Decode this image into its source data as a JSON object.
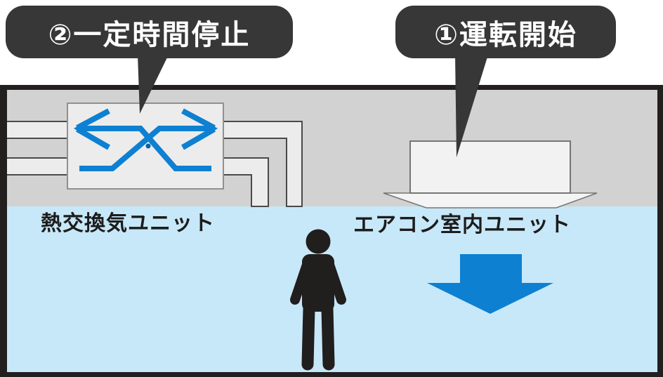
{
  "callouts": {
    "step2": {
      "label": "②一定時間停止"
    },
    "step1": {
      "label": "①運転開始"
    }
  },
  "labels": {
    "heat_exchange_unit": "熱交換気ユニット",
    "ac_indoor_unit": "エアコン室内ユニット"
  },
  "icons": {
    "heat_exchange_airflow": "crossed-bidirectional-arrows",
    "supply_airflow": "down-arrow",
    "person": "standing-person-silhouette"
  },
  "colors": {
    "accent_blue": "#0d80d2",
    "callout_bg": "#373737",
    "callout_text": "#ffffff",
    "ceiling_gray": "#d2d2d2",
    "room_blue": "#c7e8f8",
    "frame_dark": "#231f1f",
    "duct_fill": "#ececec",
    "duct_stroke": "#4a4a4a",
    "label_text": "#1c1c1c"
  }
}
